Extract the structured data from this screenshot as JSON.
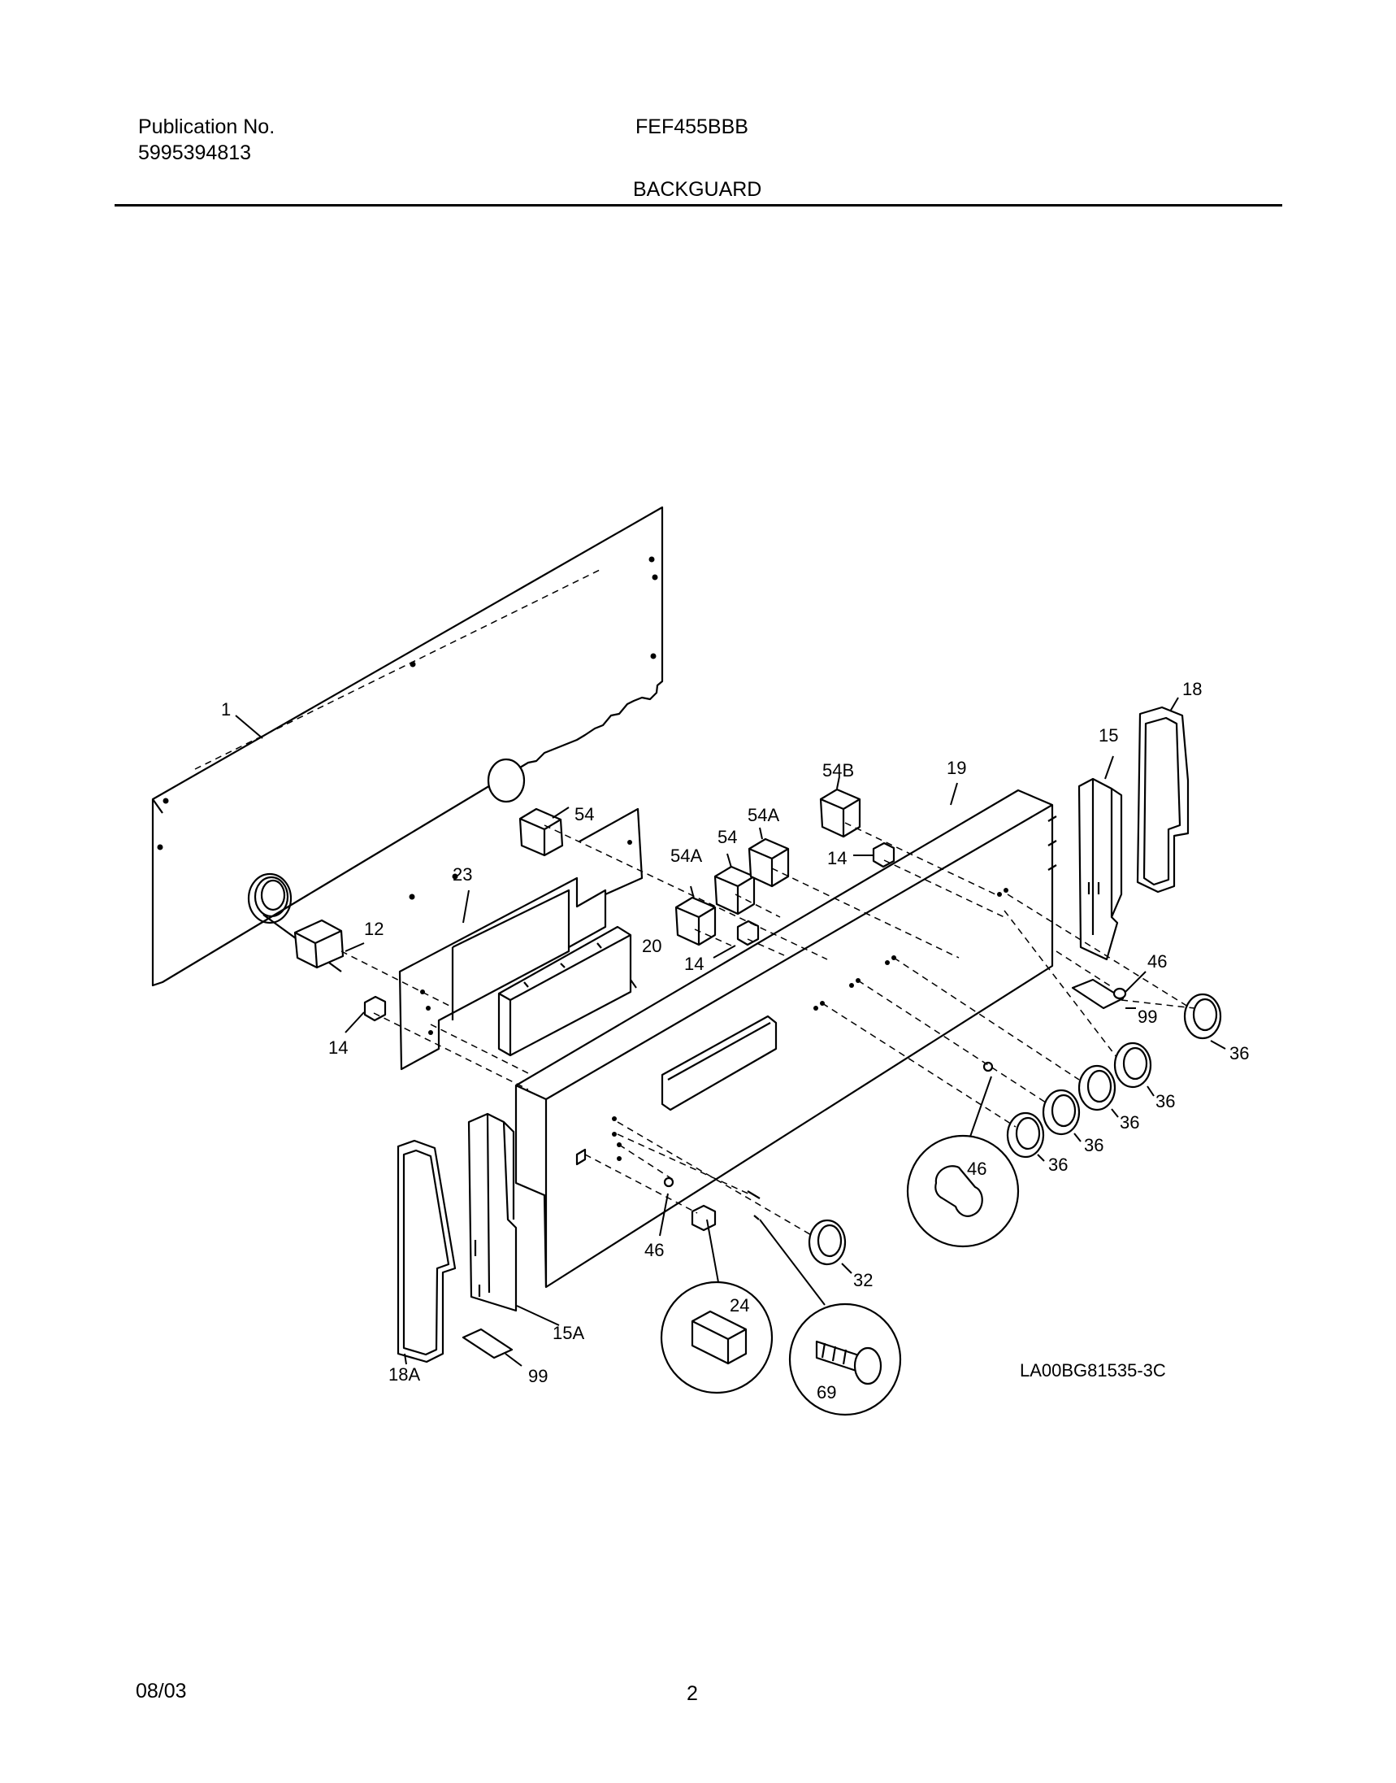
{
  "header": {
    "publication_label": "Publication No.",
    "publication_number": "5995394813",
    "model": "FEF455BBB",
    "section_title": "BACKGUARD"
  },
  "diagram": {
    "part_callouts": [
      "1",
      "12",
      "14",
      "14",
      "14",
      "15",
      "15A",
      "18",
      "18A",
      "19",
      "20",
      "23",
      "24",
      "32",
      "36",
      "36",
      "36",
      "36",
      "36",
      "46",
      "46",
      "46",
      "54",
      "54",
      "54A",
      "54A",
      "54B",
      "69",
      "99",
      "99"
    ],
    "drawing_code": "LA00BG81535-3C"
  },
  "footer": {
    "date": "08/03",
    "page_number": "2"
  }
}
